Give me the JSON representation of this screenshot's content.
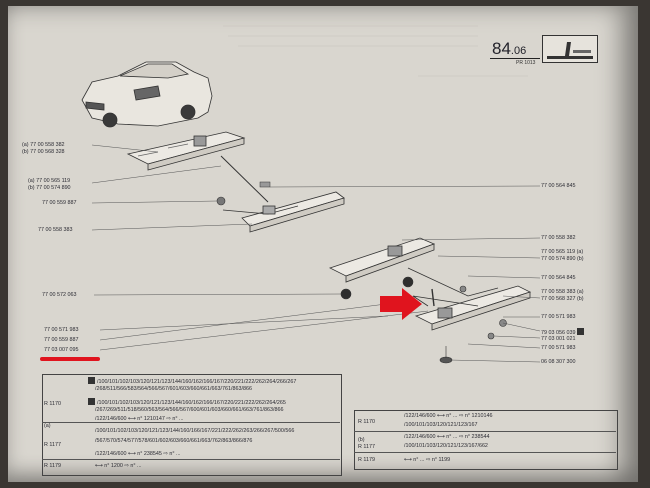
{
  "header": {
    "section": "84",
    "subsection": ".06",
    "ref": "PR 1013"
  },
  "callouts_left": [
    {
      "label": "(a) 77 00 558 382"
    },
    {
      "label": "(b) 77 00 568 328"
    },
    {
      "label": "(a) 77 00 565 119"
    },
    {
      "label": "(b) 77 00 574 890"
    },
    {
      "label": "77 00 559 887"
    },
    {
      "label": "77 00 558 383"
    },
    {
      "label": "77 00 572 063"
    },
    {
      "label": "77 00 571 983"
    },
    {
      "label": "77 00 559 887"
    },
    {
      "label": "77 03 007 095"
    }
  ],
  "callouts_right": [
    {
      "label": "77 00 564 845"
    },
    {
      "label": "77 00 558 382"
    },
    {
      "label": "77 00 565 119 (a)"
    },
    {
      "label": "77 00 574 890 (b)"
    },
    {
      "label": "77 00 564 845"
    },
    {
      "label": "77 00 558 383 (a)"
    },
    {
      "label": "77 00 568 327 (b)"
    },
    {
      "label": "77 00 571 983"
    },
    {
      "label": "79 03 056 039"
    },
    {
      "label": "77 03 001 021"
    },
    {
      "label": "77 00 571 983"
    },
    {
      "label": "06 08 307 300"
    }
  ],
  "table_left": {
    "rows": [
      {
        "model": "",
        "text": "/100/101/102/103/120/121/123/144/160/162/166/167/220/221/222/262/264/266/267"
      },
      {
        "model": "",
        "text": "/268/511/566/583/564/566/567/601/603/660/661/663/761/863/866"
      },
      {
        "model": "R 1170",
        "text": "/100/101/102/103/120/121/123/144/160/162/166/167/220/221/222/262/264/265"
      },
      {
        "model": "",
        "text": "/267/269/511/518/560/563/564/566/567/600/601/603/660/661/663/761/863/866"
      },
      {
        "model": "(a)",
        "text": "/122/146/600  ⟷ n° 1210147  ⇨ n° ..."
      },
      {
        "model": "",
        "text": "/100/101/102/103/120/121/123/144/160/166/167/221/222/262/263/266/267/500/566"
      },
      {
        "model": "R 1177",
        "text": "/567/570/574/577/578/601/602/603/660/661/663/762/863/866/876"
      },
      {
        "model": "",
        "text": "/122/146/600  ⟷ n° 238545  ⇨ n° ..."
      },
      {
        "model": "R 1179",
        "text": "⟷ n° 1200  ⇨ n° ..."
      }
    ]
  },
  "table_right": {
    "rows": [
      {
        "model": "R 1170",
        "text": "/122/146/600      ⟷ n° ...      ⇨ n° 1210146"
      },
      {
        "model": "",
        "text": "/100/101/103/120/121/123/167"
      },
      {
        "model": "R 1177",
        "text": "/122/146/600      ⟷ n° ...      ⇨ n° 238544"
      },
      {
        "model": "",
        "text": "/100/101/103/120/121/123/167/662"
      },
      {
        "model": "R 1179",
        "text": "⟷ n° ...      ⇨ n° 1199"
      }
    ],
    "variant": "(b)"
  }
}
